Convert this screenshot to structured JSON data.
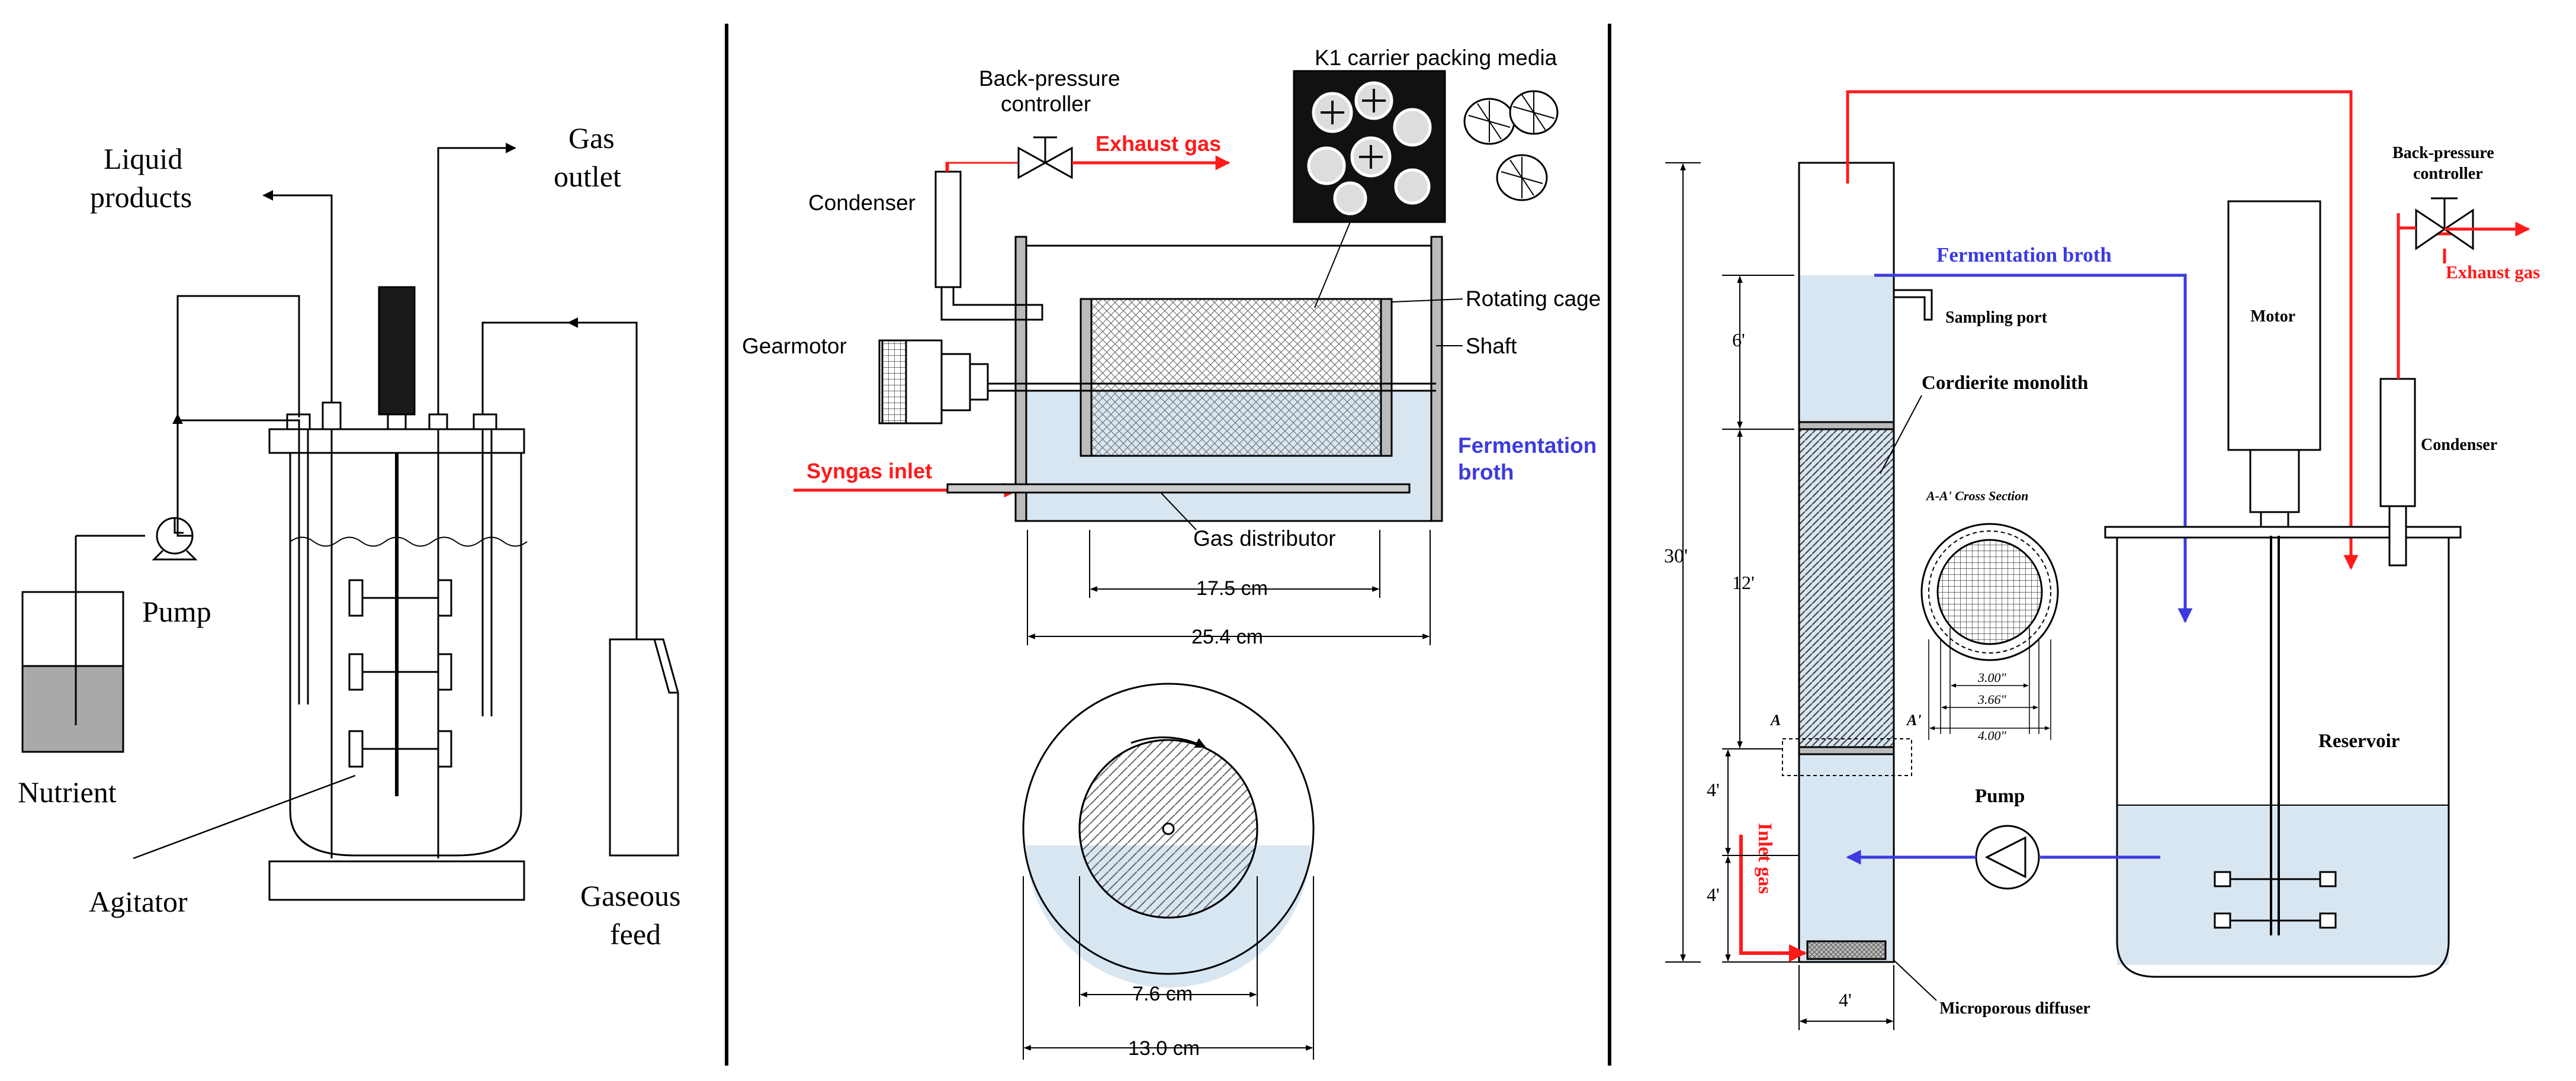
{
  "panels": {
    "left": {
      "liquid_products_line1": "Liquid",
      "liquid_products_line2": "products",
      "gas_outlet_line1": "Gas",
      "gas_outlet_line2": "outlet",
      "pump": "Pump",
      "nutrient": "Nutrient",
      "agitator": "Agitator",
      "gaseous_feed_line1": "Gaseous",
      "gaseous_feed_line2": "feed"
    },
    "middle": {
      "back_pressure_line1": "Back-pressure",
      "back_pressure_line2": "controller",
      "exhaust_gas": "Exhaust gas",
      "k1_media": "K1 carrier packing media",
      "condenser": "Condenser",
      "rotating_cage": "Rotating cage",
      "gearmotor": "Gearmotor",
      "shaft": "Shaft",
      "syngas_inlet": "Syngas inlet",
      "fermentation_broth_line1": "Fermentation",
      "fermentation_broth_line2": "broth",
      "gas_distributor": "Gas distributor",
      "dim_17_5": "17.5 cm",
      "dim_25_4": "25.4 cm",
      "dim_7_6": "7.6 cm",
      "dim_13_0": "13.0 cm"
    },
    "right": {
      "fermentation_broth": "Fermentation broth",
      "sampling_port": "Sampling port",
      "cordierite_monolith": "Cordierite monolith",
      "cross_section": "A-A' Cross Section",
      "dim_3_00": "3.00\"",
      "dim_3_66": "3.66\"",
      "dim_4_00": "4.00\"",
      "label_a": "A",
      "label_a_prime": "A'",
      "motor": "Motor",
      "condenser": "Condenser",
      "back_pressure_line1": "Back-pressure",
      "back_pressure_line2": "controller",
      "exhaust_gas": "Exhaust gas",
      "reservoir": "Reservoir",
      "pump": "Pump",
      "inlet_gas": "Inlet gas",
      "microporous_diffuser": "Microporous diffuser",
      "dim_30": "30'",
      "dim_6": "6'",
      "dim_12": "12'",
      "dim_4a": "4'",
      "dim_4b": "4'",
      "dim_4c": "4'"
    }
  },
  "colors": {
    "gas_line": "#ff1a1a",
    "broth_line": "#3b3bdf",
    "liquid_fill": "#d8e6f2"
  }
}
